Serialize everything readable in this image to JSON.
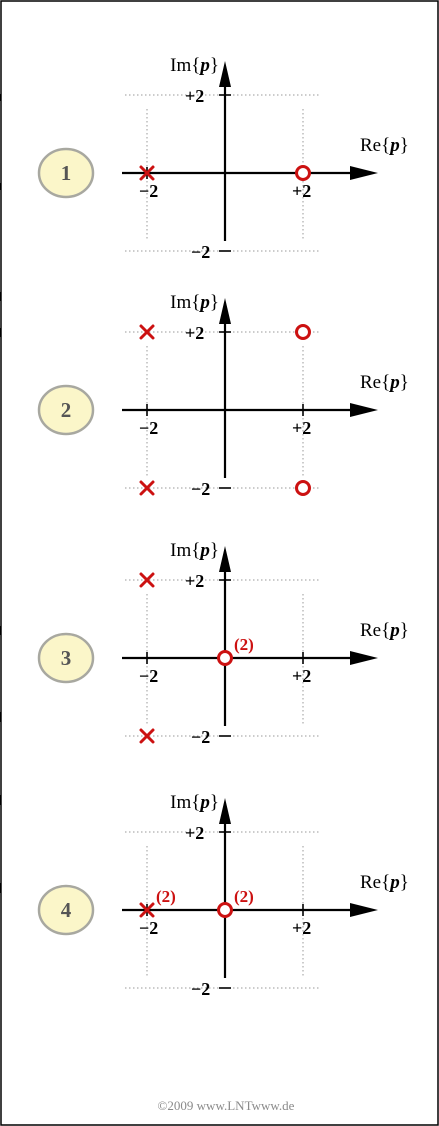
{
  "axes": {
    "im_prefix": "Im{",
    "re_prefix": "Re{",
    "var": "p",
    "suffix": "}",
    "tick_pos": "+2",
    "tick_neg": "−2"
  },
  "panels": [
    {
      "label": "1",
      "poles": [
        {
          "re": -2,
          "im": 0,
          "mult": ""
        }
      ],
      "zeros": [
        {
          "re": 2,
          "im": 0,
          "mult": ""
        }
      ]
    },
    {
      "label": "2",
      "poles": [
        {
          "re": -2,
          "im": 2,
          "mult": ""
        },
        {
          "re": -2,
          "im": -2,
          "mult": ""
        }
      ],
      "zeros": [
        {
          "re": 2,
          "im": 2,
          "mult": ""
        },
        {
          "re": 2,
          "im": -2,
          "mult": ""
        }
      ]
    },
    {
      "label": "3",
      "poles": [
        {
          "re": -2,
          "im": 2,
          "mult": ""
        },
        {
          "re": -2,
          "im": -2,
          "mult": ""
        }
      ],
      "zeros": [
        {
          "re": 0,
          "im": 0,
          "mult": "(2)"
        }
      ]
    },
    {
      "label": "4",
      "poles": [
        {
          "re": -2,
          "im": 0,
          "mult": "(2)"
        }
      ],
      "zeros": [
        {
          "re": 0,
          "im": 0,
          "mult": "(2)"
        }
      ]
    }
  ],
  "copyright": "©2009 www.LNTwww.de"
}
